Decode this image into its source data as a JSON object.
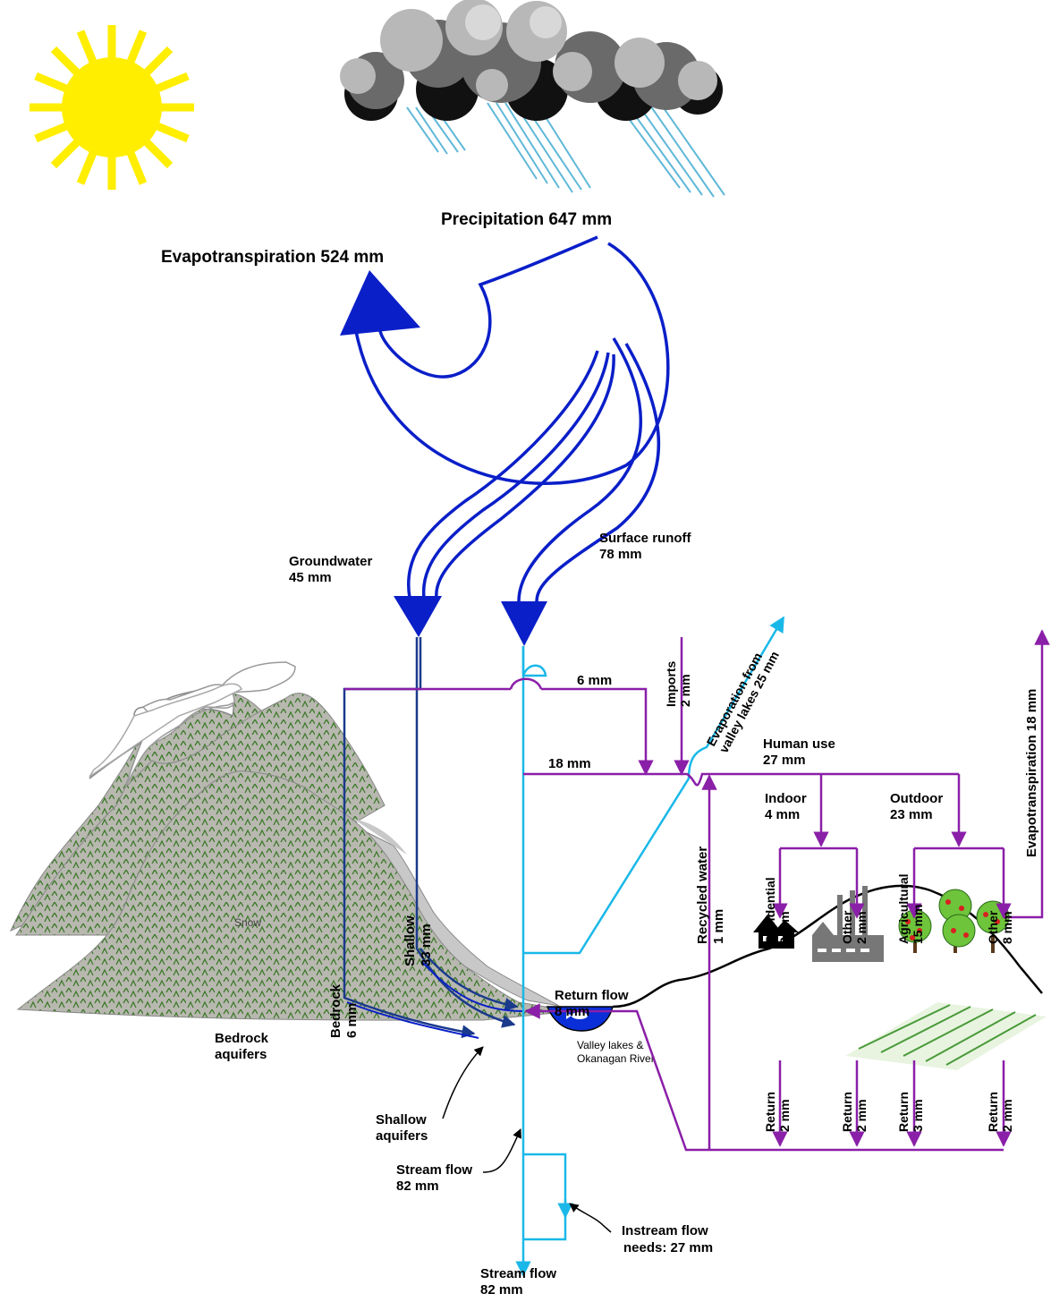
{
  "title": {
    "precipitation": "Precipitation 647 mm",
    "evapotranspiration": "Evapotranspiration 524 mm"
  },
  "flows": {
    "groundwater": [
      "Groundwater",
      "45 mm"
    ],
    "surface_runoff": [
      "Surface runoff",
      "78 mm"
    ],
    "shallow": [
      "Shallow",
      "33 mm"
    ],
    "bedrock": [
      "Bedrock",
      "6 mm"
    ],
    "six_mm": "6 mm",
    "eighteen_mm": "18 mm",
    "imports": [
      "Imports",
      "2 mm"
    ],
    "evap_lakes": [
      "Evaporation from",
      "valley lakes 25 mm"
    ],
    "human_use": [
      "Human use",
      "27 mm"
    ],
    "indoor": [
      "Indoor",
      "4 mm"
    ],
    "outdoor": [
      "Outdoor",
      "23 mm"
    ],
    "evapotranspiration_right": "Evapotranspiration 18 mm",
    "recycled": [
      "Recycled water",
      "1 mm"
    ],
    "residential": [
      "Residential",
      "2 mm"
    ],
    "other_indoor": [
      "Other",
      "2 mm"
    ],
    "agricultural": [
      "Agricultural",
      "15 mm"
    ],
    "other_outdoor": [
      "Other",
      "8 mm"
    ],
    "return_flow": [
      "Return flow",
      "8 mm"
    ],
    "returns": [
      [
        "Return",
        "2 mm"
      ],
      [
        "Return",
        "2 mm"
      ],
      [
        "Return",
        "3 mm"
      ],
      [
        "Return",
        "2 mm"
      ]
    ],
    "stream_flow_mid": [
      "Stream flow",
      "82 mm"
    ],
    "stream_flow_bottom": [
      "Stream flow",
      "82 mm"
    ],
    "instream": [
      "Instream flow",
      "needs: 27 mm"
    ]
  },
  "landscape": {
    "snow": "Snow",
    "bedrock_aquifers": [
      "Bedrock",
      "aquifers"
    ],
    "shallow_aquifers": [
      "Shallow",
      "aquifers"
    ],
    "lakes": [
      "Valley lakes &",
      "Okanagan River"
    ]
  },
  "colors": {
    "dark_blue": "#0a1fc8",
    "navy": "#1a3a8c",
    "cyan": "#1ab8e8",
    "purple": "#8a1fa8",
    "sun": "#ffee00"
  }
}
